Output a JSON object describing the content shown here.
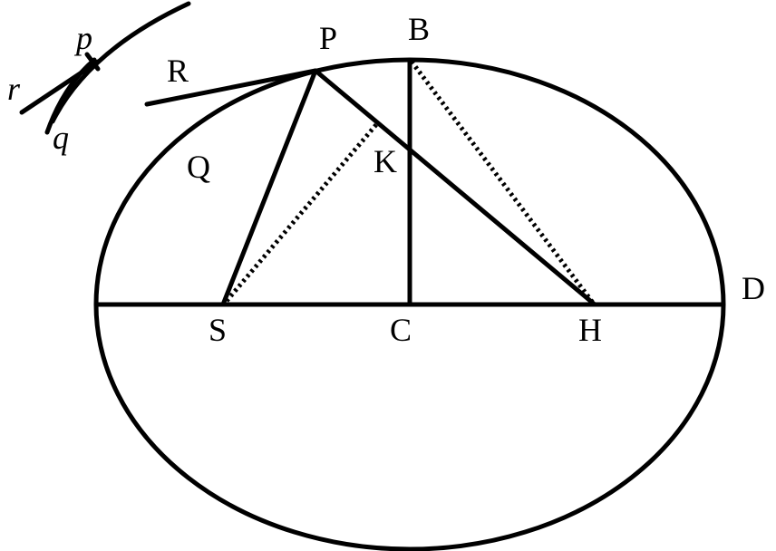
{
  "labels": {
    "P": "P",
    "B": "B",
    "R": "R",
    "Q": "Q",
    "K": "K",
    "D": "D",
    "S": "S",
    "C": "C",
    "H": "H",
    "p": "p",
    "r": "r",
    "q": "q"
  },
  "colors": {
    "ink": "#000000",
    "paper": "#ffffff"
  }
}
